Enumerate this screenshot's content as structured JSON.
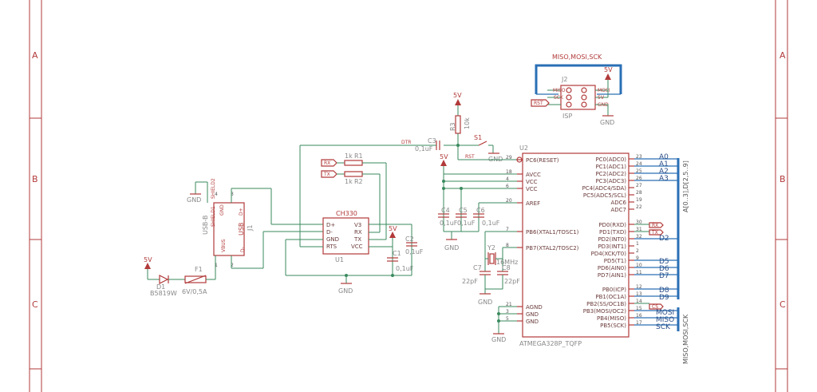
{
  "frame": {
    "rows": [
      "A",
      "B",
      "C"
    ]
  },
  "power": {
    "vcc": "5V",
    "gnd": "GND"
  },
  "isp": {
    "bus_label": "MISO,MOSI,SCK",
    "ref": "J2",
    "name": "ISP",
    "rst": "RST",
    "pin_labels": [
      "MISO",
      "SCK",
      "RST",
      "MOSI",
      "5V",
      "GND"
    ]
  },
  "reset": {
    "r3_ref": "R3",
    "r3_val": "10k",
    "switch": "S1",
    "cap_ref": "C3",
    "cap_val": "0,1uF",
    "dtr": "DTR",
    "rst_net": "RST"
  },
  "usb": {
    "ref": "J1",
    "name": "USB",
    "type": "USB-B",
    "pins": [
      "VBUS",
      "D-",
      "D+",
      "GND"
    ],
    "shield": [
      "SHIELD1",
      "SHIELD2"
    ],
    "pin_numbers": [
      "1",
      "2",
      "3",
      "4"
    ]
  },
  "ch330": {
    "name": "CH330",
    "ref": "U1",
    "left_pins": [
      "D+",
      "D-",
      "GND",
      "RTS"
    ],
    "right_pins": [
      "V3",
      "RX",
      "TX",
      "VCC"
    ]
  },
  "resistors": {
    "r1": {
      "ref": "R1",
      "val": "1k",
      "tag": "RX"
    },
    "r2": {
      "ref": "R2",
      "val": "1k",
      "tag": "TX"
    }
  },
  "power_in": {
    "fuse_ref": "F1",
    "fuse_val": "6V/0,5A",
    "diode_ref": "D1",
    "diode_val": "B5819W",
    "vin": "5V"
  },
  "ch330_caps": {
    "c1": {
      "ref": "C1",
      "val": "0,1uF"
    },
    "c2": {
      "ref": "C2",
      "val": "0,1uF"
    }
  },
  "mcu_caps": [
    {
      "ref": "C4",
      "val": "0,1uF"
    },
    {
      "ref": "C5",
      "val": "0,1uF"
    },
    {
      "ref": "C6",
      "val": "0,1uF"
    }
  ],
  "crystal": {
    "ref": "Y2",
    "val": "16MHz",
    "c7": {
      "ref": "C7",
      "val": "22pF"
    },
    "c8": {
      "ref": "C8",
      "val": "22pF"
    }
  },
  "mcu": {
    "ref": "U2",
    "name": "ATMEGA328P_TQFP",
    "left_pins": [
      {
        "num": "29",
        "name": "PC6(RESET)"
      },
      {
        "num": "18",
        "name": "AVCC"
      },
      {
        "num": "4",
        "name": "VCC"
      },
      {
        "num": "6",
        "name": "VCC"
      },
      {
        "num": "20",
        "name": "AREF"
      },
      {
        "num": "7",
        "name": "PB6(XTAL1/TOSC1)"
      },
      {
        "num": "8",
        "name": "PB7(XTAL2/TOSC2)"
      },
      {
        "num": "21",
        "name": "AGND"
      },
      {
        "num": "3",
        "name": "GND"
      },
      {
        "num": "5",
        "name": "GND"
      }
    ],
    "right_pins": [
      {
        "num": "23",
        "name": "PC0(ADC0)"
      },
      {
        "num": "24",
        "name": "PC1(ADC1)"
      },
      {
        "num": "25",
        "name": "PC2(ADC2)"
      },
      {
        "num": "26",
        "name": "PC3(ADC3)"
      },
      {
        "num": "27",
        "name": "PC4(ADC4/SDA)"
      },
      {
        "num": "28",
        "name": "PC5(ADC5/SCL)"
      },
      {
        "num": "19",
        "name": "ADC6"
      },
      {
        "num": "22",
        "name": "ADC7"
      },
      {
        "num": "30",
        "name": "PD0(RXD)"
      },
      {
        "num": "31",
        "name": "PD1(TXD)"
      },
      {
        "num": "32",
        "name": "PD2(INT0)"
      },
      {
        "num": "1",
        "name": "PD3(INT1)"
      },
      {
        "num": "2",
        "name": "PD4(XCK/T0)"
      },
      {
        "num": "9",
        "name": "PD5(T1)"
      },
      {
        "num": "10",
        "name": "PD6(AIN0)"
      },
      {
        "num": "11",
        "name": "PD7(AIN1)"
      },
      {
        "num": "12",
        "name": "PB0(ICP)"
      },
      {
        "num": "13",
        "name": "PB1(OC1A)"
      },
      {
        "num": "14",
        "name": "PB2(SS/OC1B)"
      },
      {
        "num": "15",
        "name": "PB3(MOSI/OC2)"
      },
      {
        "num": "16",
        "name": "PB4(MISO)"
      },
      {
        "num": "17",
        "name": "PB5(SCK)"
      }
    ]
  },
  "nets": {
    "a0": "A0",
    "a1": "A1",
    "a2": "A2",
    "a3": "A3",
    "rx": "RX",
    "tx": "TX",
    "d2": "D2",
    "d5": "D5",
    "d6": "D6",
    "d7": "D7",
    "d8": "D8",
    "d9": "D9",
    "cs": "CS",
    "mosi": "MOSI",
    "miso": "MISO",
    "sck": "SCK",
    "bus_a": "A[0..3],D[2,5..9]",
    "bus_spi": "MISO,MOSI,SCK"
  }
}
